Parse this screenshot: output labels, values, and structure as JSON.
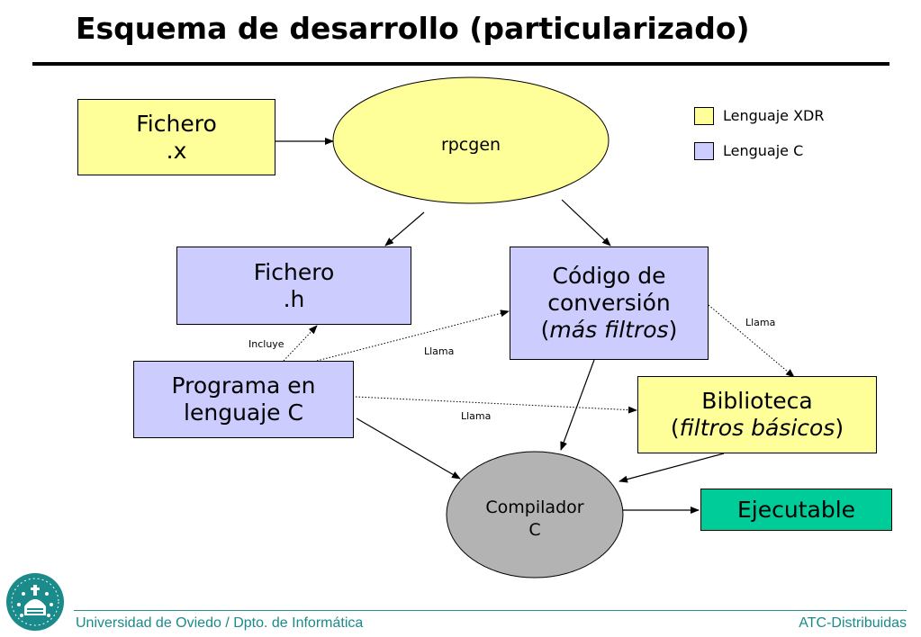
{
  "title": "Esquema de desarrollo (particularizado)",
  "colors": {
    "xdr": "#ffff99",
    "c": "#ccccff",
    "compiler": "#b3b3b3",
    "executable": "#00cc99",
    "footer": "#1a8a8a"
  },
  "nodes": {
    "fichero_x": {
      "line1": "Fichero",
      "line2": ".x"
    },
    "rpcgen": {
      "label": "rpcgen"
    },
    "fichero_h": {
      "line1": "Fichero",
      "line2": ".h"
    },
    "codigo": {
      "line1": "Código de",
      "line2": "conversión",
      "line3_open": "(",
      "line3_italic": "más filtros",
      "line3_close": ")"
    },
    "programa": {
      "line1": "Programa en",
      "line2": "lenguaje C"
    },
    "biblioteca": {
      "line1": "Biblioteca",
      "line2_open": "(",
      "line2_italic": "filtros básicos",
      "line2_close": ")"
    },
    "compilador": {
      "line1": "Compilador",
      "line2": "C"
    },
    "ejecutable": {
      "label": "Ejecutable"
    }
  },
  "edge_labels": {
    "incluye": "Incluye",
    "llama_codigo": "Llama",
    "llama_biblioteca": "Llama",
    "llama_codigo_biblioteca": "Llama"
  },
  "legend": [
    {
      "label": "Lenguaje XDR",
      "color": "#ffff99"
    },
    {
      "label": "Lenguaje C",
      "color": "#ccccff"
    }
  ],
  "footer": {
    "left": "Universidad de Oviedo / Dpto. de Informática",
    "right": "ATC-Distribuidas"
  },
  "logo": {
    "icon": "university-seal-icon"
  }
}
